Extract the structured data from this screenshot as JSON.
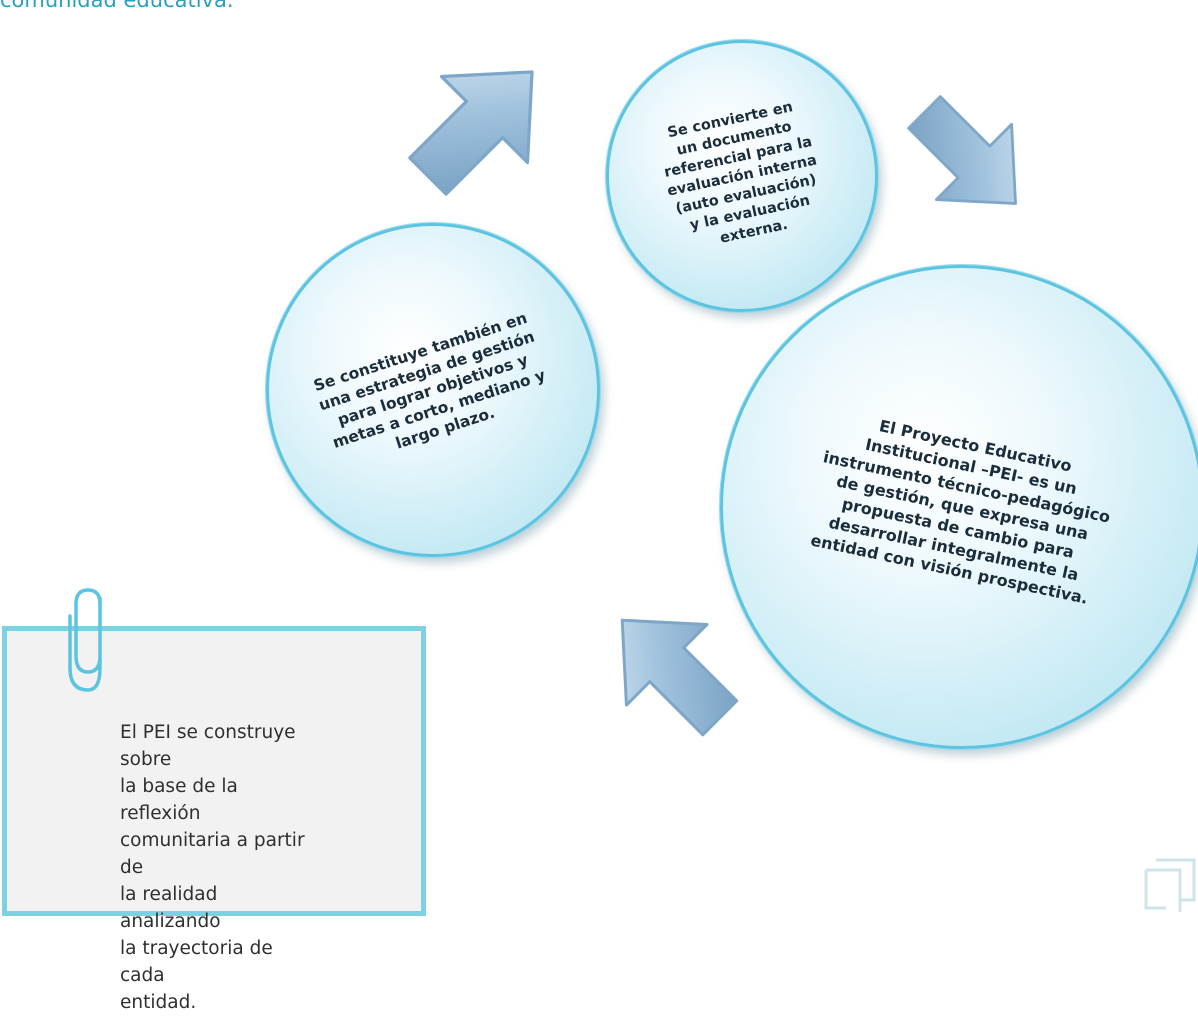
{
  "intro": {
    "text": "comunidad educativa."
  },
  "circles": {
    "top": "Se convierte en\nun documento\nreferencial para la\nevaluación interna\n(auto evaluación)\ny la evaluación\nexterna.",
    "left": "Se constituye también en\nuna estrategia de gestión\npara lograr objetivos y\nmetas a corto, mediano y\nlargo plazo.",
    "right": "El Proyecto Educativo\nInstitucional –PEI- es un\ninstrumento técnico-pedagógico\nde gestión, que expresa una\npropuesta de cambio para\ndesarrollar integralmente la\nentidad con visión prospectiva."
  },
  "note": {
    "text": "El PEI se construye sobre\nla base de la reflexión\ncomunitaria a partir de\nla realidad analizando\nla trayectoria de cada\nentidad."
  },
  "colors": {
    "accent": "#5cc4e0",
    "note_border": "#7fd0e3",
    "arrow_fill": "#8fb4d2",
    "text_dark": "#1b2d3b"
  },
  "icons": [
    "arrow-up-right-icon",
    "arrow-down-right-icon",
    "arrow-up-left-icon",
    "paperclip-icon",
    "corner-decoration-icon"
  ]
}
